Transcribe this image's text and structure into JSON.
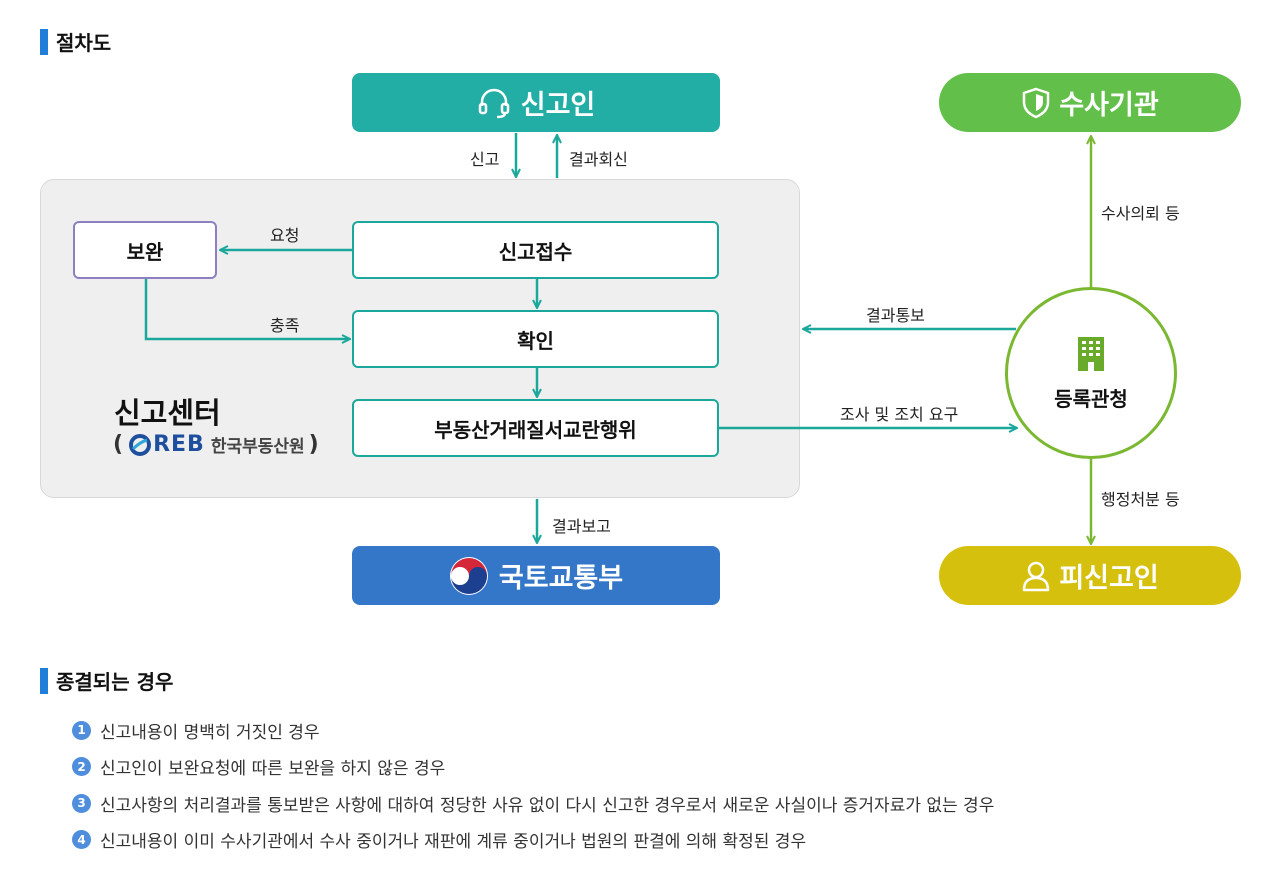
{
  "procedure": {
    "title": "절차도",
    "reporter": "신고인",
    "center": {
      "name": "신고센터",
      "org_logo_text": "REB",
      "org_name": "한국부동산원",
      "paren_open": "(",
      "paren_close": ")"
    },
    "steps": {
      "receive": "신고접수",
      "confirm": "확인",
      "violation": "부동산거래질서교란행위",
      "supplement": "보완"
    },
    "ministry": "국토교통부",
    "investigation": "수사기관",
    "registrar": "등록관청",
    "reported": "피신고인",
    "labels": {
      "report": "신고",
      "reply": "결과회신",
      "request": "요청",
      "fulfill": "충족",
      "result_report": "결과보고",
      "result_notice": "결과통보",
      "investigate_request": "조사 및 조치 요구",
      "investigation_request": "수사의뢰 등",
      "admin_action": "행정처분 등"
    }
  },
  "termination": {
    "title": "종결되는 경우",
    "cases": [
      {
        "num": "1",
        "text": "신고내용이 명백히 거짓인 경우"
      },
      {
        "num": "2",
        "text": "신고인이 보완요청에 따른 보완을 하지 않은 경우"
      },
      {
        "num": "3",
        "text": "신고사항의 처리결과를 통보받은 사항에 대하여 정당한 사유 없이 다시 신고한 경우로서 새로운 사실이나 증거자료가 없는 경우"
      },
      {
        "num": "4",
        "text": "신고내용이 이미 수사기관에서 수사 중이거나 재판에 계류 중이거나 법원의 판결에 의해 확정된 경우"
      }
    ]
  },
  "colors": {
    "teal": "#22ada5",
    "green": "#62bf4a",
    "olive": "#d6c00e",
    "blue": "#3477c9",
    "arrow_teal": "#1ba89c",
    "arrow_green": "#7bb832",
    "accent_bar": "#1f7ed8",
    "purple_border": "#8e7fc0"
  },
  "icons": [
    "headset-icon",
    "shield-icon",
    "person-icon",
    "building-icon",
    "taegeuk-icon",
    "reb-logo-icon"
  ]
}
